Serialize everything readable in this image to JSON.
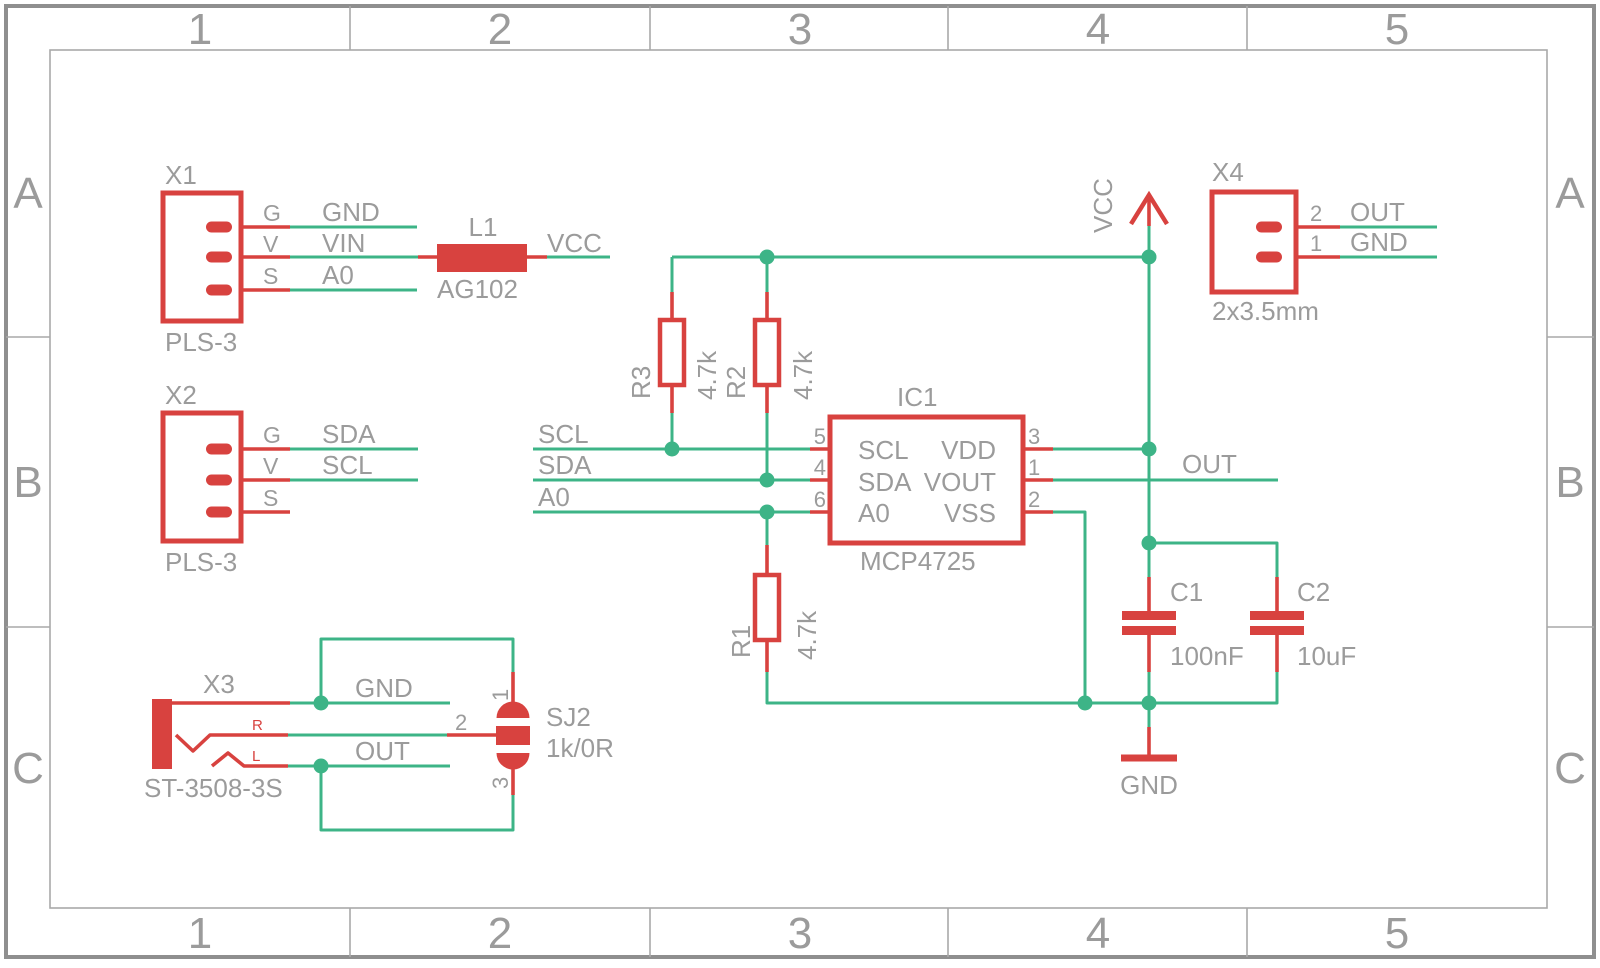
{
  "colors": {
    "symbol_red": "#d8423f",
    "wire_green": "#3db487",
    "label_gray": "#9b9b9b",
    "frame_gray": "#a9a9a9"
  },
  "frame": {
    "columns": [
      "1",
      "2",
      "3",
      "4",
      "5"
    ],
    "rows": [
      "A",
      "B",
      "C"
    ]
  },
  "power": {
    "vcc": "VCC",
    "gnd": "GND"
  },
  "nets": {
    "scl": "SCL",
    "sda": "SDA",
    "a0": "A0",
    "out": "OUT"
  },
  "x1": {
    "name": "X1",
    "value": "PLS-3",
    "pins": [
      "G",
      "V",
      "S"
    ],
    "nets": [
      "GND",
      "VIN",
      "A0"
    ]
  },
  "x2": {
    "name": "X2",
    "value": "PLS-3",
    "pins": [
      "G",
      "V",
      "S"
    ],
    "nets": [
      "SDA",
      "SCL"
    ]
  },
  "x3": {
    "name": "X3",
    "value": "ST-3508-3S",
    "contacts": [
      "R",
      "L"
    ],
    "nets": [
      "GND",
      "OUT"
    ],
    "pin2": "2"
  },
  "x4": {
    "name": "X4",
    "value": "2x3.5mm",
    "pins": [
      {
        "number": "2",
        "net": "OUT"
      },
      {
        "number": "1",
        "net": "GND"
      }
    ]
  },
  "l1": {
    "name": "L1",
    "value": "AG102",
    "net": "VCC"
  },
  "r1": {
    "name": "R1",
    "value": "4.7k"
  },
  "r2": {
    "name": "R2",
    "value": "4.7k"
  },
  "r3": {
    "name": "R3",
    "value": "4.7k"
  },
  "c1": {
    "name": "C1",
    "value": "100nF"
  },
  "c2": {
    "name": "C2",
    "value": "10uF"
  },
  "ic1": {
    "name": "IC1",
    "value": "MCP4725",
    "left_pins": [
      {
        "number": "5",
        "label": "SCL"
      },
      {
        "number": "4",
        "label": "SDA"
      },
      {
        "number": "6",
        "label": "A0"
      }
    ],
    "right_pins": [
      {
        "number": "3",
        "label": "VDD"
      },
      {
        "number": "1",
        "label": "VOUT"
      },
      {
        "number": "2",
        "label": "VSS"
      }
    ]
  },
  "sj2": {
    "name": "SJ2",
    "value": "1k/0R",
    "pins": [
      "1",
      "2",
      "3"
    ]
  }
}
